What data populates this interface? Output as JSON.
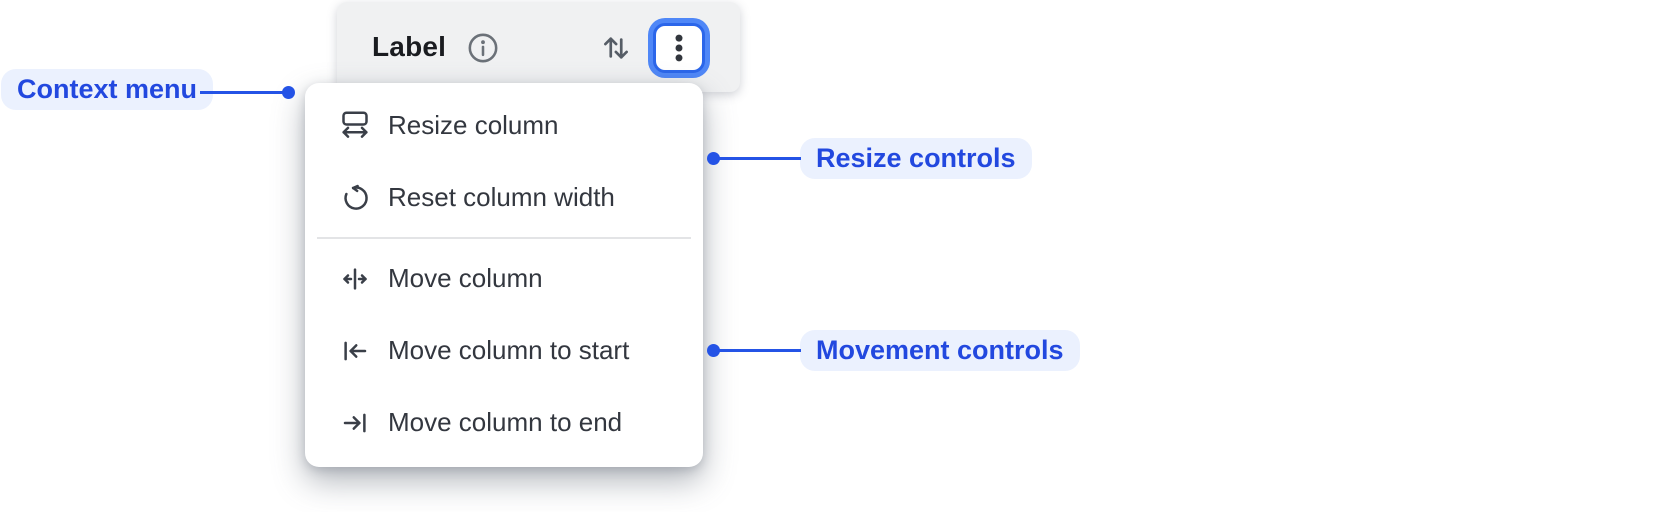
{
  "header": {
    "label": "Label",
    "info_icon": "info-icon",
    "sort_icon": "column-sort-icon",
    "more_options_icon": "kebab-menu-icon"
  },
  "context_menu": {
    "items": [
      {
        "icon": "resize-column-icon",
        "label": "Resize column"
      },
      {
        "icon": "reset-column-width-icon",
        "label": "Reset column width"
      },
      {
        "icon": "move-column-icon",
        "label": "Move column"
      },
      {
        "icon": "move-column-to-start-icon",
        "label": "Move column to start"
      },
      {
        "icon": "move-column-to-end-icon",
        "label": "Move column to end"
      }
    ],
    "divider_after_index": 1
  },
  "annotations": {
    "context_menu": {
      "label": "Context menu"
    },
    "resize_controls": {
      "label": "Resize controls"
    },
    "movement_controls": {
      "label": "Movement controls"
    }
  },
  "colors": {
    "accent_blue": "#2248df",
    "annotation_pill_bg": "#ebf1fe",
    "focus_ring_blue": "#4f87f7",
    "focus_ring_border": "#2b66ea",
    "header_bg": "#f0f1f2",
    "menu_bg": "#ffffff",
    "menu_text": "#33373f",
    "divider": "#e3e4e6"
  }
}
